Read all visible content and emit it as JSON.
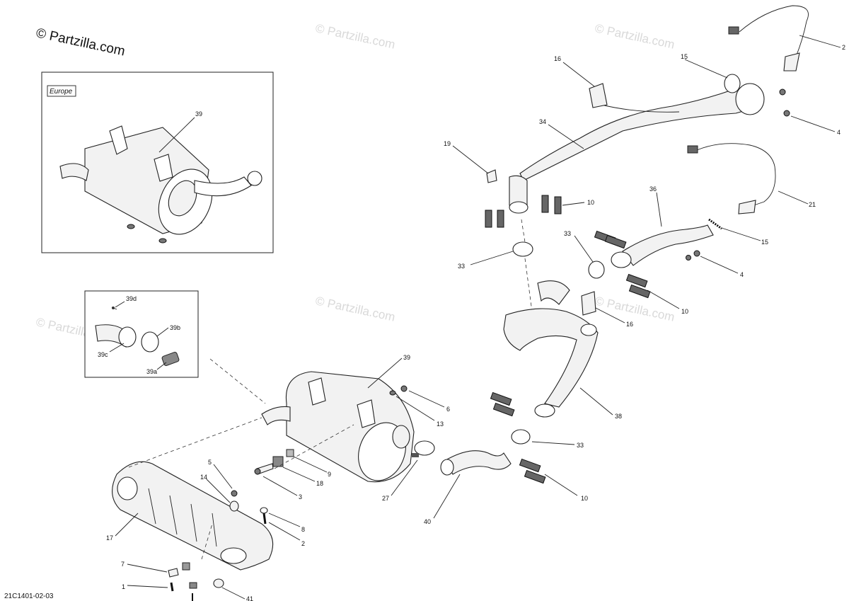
{
  "watermark": {
    "main": "© Partzilla.com",
    "faint": "© Partzilla.com"
  },
  "inset_europe": {
    "region_label": "Europe"
  },
  "diagram_code": "21C1401-02-03",
  "callouts": {
    "c2a": "2",
    "c15a": "15",
    "c16a": "16",
    "c4a": "4",
    "c34": "34",
    "c19": "19",
    "c10a": "10",
    "c36": "36",
    "c21": "21",
    "c15b": "15",
    "c33a": "33",
    "c33b": "33",
    "c4b": "4",
    "c10b": "10",
    "c16b": "16",
    "c39box": "39",
    "c39main": "39",
    "c39a": "39a",
    "c39b": "39b",
    "c39c": "39c",
    "c39d": "39d",
    "c6": "6",
    "c13": "13",
    "c38": "38",
    "c33c": "33",
    "c9": "9",
    "c18": "18",
    "c3": "3",
    "c27": "27",
    "c40": "40",
    "c10c": "10",
    "c5": "5",
    "c14": "14",
    "c8": "8",
    "c2b": "2",
    "c17": "17",
    "c7": "7",
    "c1": "1",
    "c41": "41"
  }
}
